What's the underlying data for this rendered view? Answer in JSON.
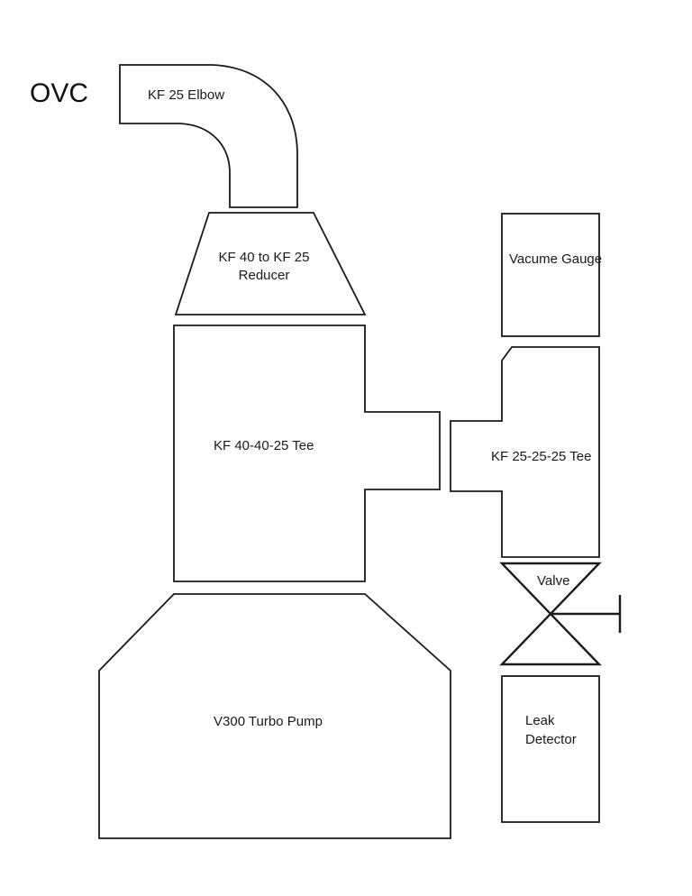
{
  "title": "OVC",
  "colors": {
    "stroke": "#1a1a1a",
    "background": "#ffffff"
  },
  "components": {
    "elbow": {
      "label": "KF 25 Elbow"
    },
    "reducer": {
      "label_line1": "KF 40 to KF 25",
      "label_line2": "Reducer"
    },
    "tee40": {
      "label": "KF 40-40-25 Tee"
    },
    "tee25": {
      "label": "KF 25-25-25 Tee"
    },
    "gauge": {
      "label": "Vacume Gauge"
    },
    "valve": {
      "label": "Valve"
    },
    "leak_detector": {
      "label_line1": "Leak",
      "label_line2": "Detector"
    },
    "pump": {
      "label": "V300 Turbo Pump"
    }
  }
}
